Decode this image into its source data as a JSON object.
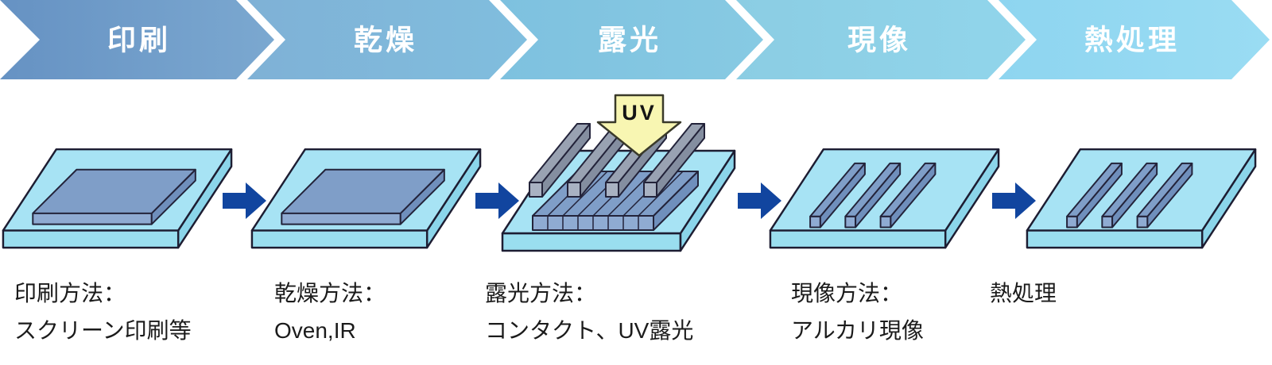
{
  "banner": {
    "steps": [
      {
        "label": "印刷"
      },
      {
        "label": "乾燥"
      },
      {
        "label": "露光"
      },
      {
        "label": "現像"
      },
      {
        "label": "熱処理"
      }
    ],
    "banner_colors": [
      "#6692c3",
      "#7fb4d8",
      "#80c2e0",
      "#8ccee4",
      "#92d7f1"
    ]
  },
  "process": {
    "uv_label": "UV"
  },
  "captions": [
    {
      "title": "印刷方法：",
      "detail": "スクリーン印刷等"
    },
    {
      "title": "乾燥方法：",
      "detail": "Oven,IR"
    },
    {
      "title": "露光方法：",
      "detail": "コンタクト、UV露光"
    },
    {
      "title": "現像方法：",
      "detail": "アルカリ現像"
    },
    {
      "title": "熱処理",
      "detail": ""
    }
  ],
  "colors": {
    "banner_text": "#ffffff",
    "flow_arrow": "#11459f",
    "uv_fill": "#f8f6b2",
    "substrate_top": "#a7e3f4",
    "substrate_front": "#9adeef",
    "substrate_side": "#8bd5ea",
    "layer_top": "#7f9ec8",
    "layer_front": "#8fabd2",
    "layer_side": "#6f8fbc",
    "mask_top": "#99a2b2",
    "mask_front": "#a9b2c2",
    "mask_side": "#848ea0"
  }
}
